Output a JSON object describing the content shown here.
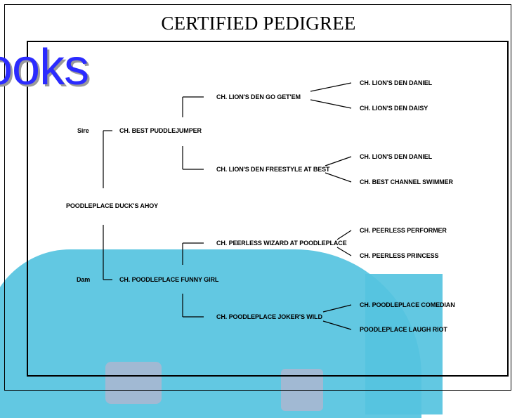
{
  "title": "CERTIFIED PEDIGREE",
  "watermark": "ooks",
  "labels": {
    "sire": "Sire",
    "dam": "Dam"
  },
  "pedigree": {
    "dog": "POODLEPLACE DUCK'S AHOY",
    "sire": "CH. BEST PUDDLEJUMPER",
    "dam": "CH. POODLEPLACE FUNNY GIRL",
    "sire_sire": "CH. LION'S DEN GO GET'EM",
    "sire_dam": "CH. LION'S DEN FREESTYLE AT BEST",
    "dam_sire": "CH. PEERLESS WIZARD AT POODLEPLACE",
    "dam_dam": "CH. POODLEPLACE JOKER'S WILD",
    "gen3": [
      "CH. LION'S DEN DANIEL",
      "CH. LION'S DEN DAISY",
      "CH. LION'S DEN DANIEL",
      "CH. BEST CHANNEL SWIMMER",
      "CH. PEERLESS PERFORMER",
      "CH. PEERLESS PRINCESS",
      "CH. POODLEPLACE COMEDIAN",
      "POODLEPLACE LAUGH RIOT"
    ]
  }
}
